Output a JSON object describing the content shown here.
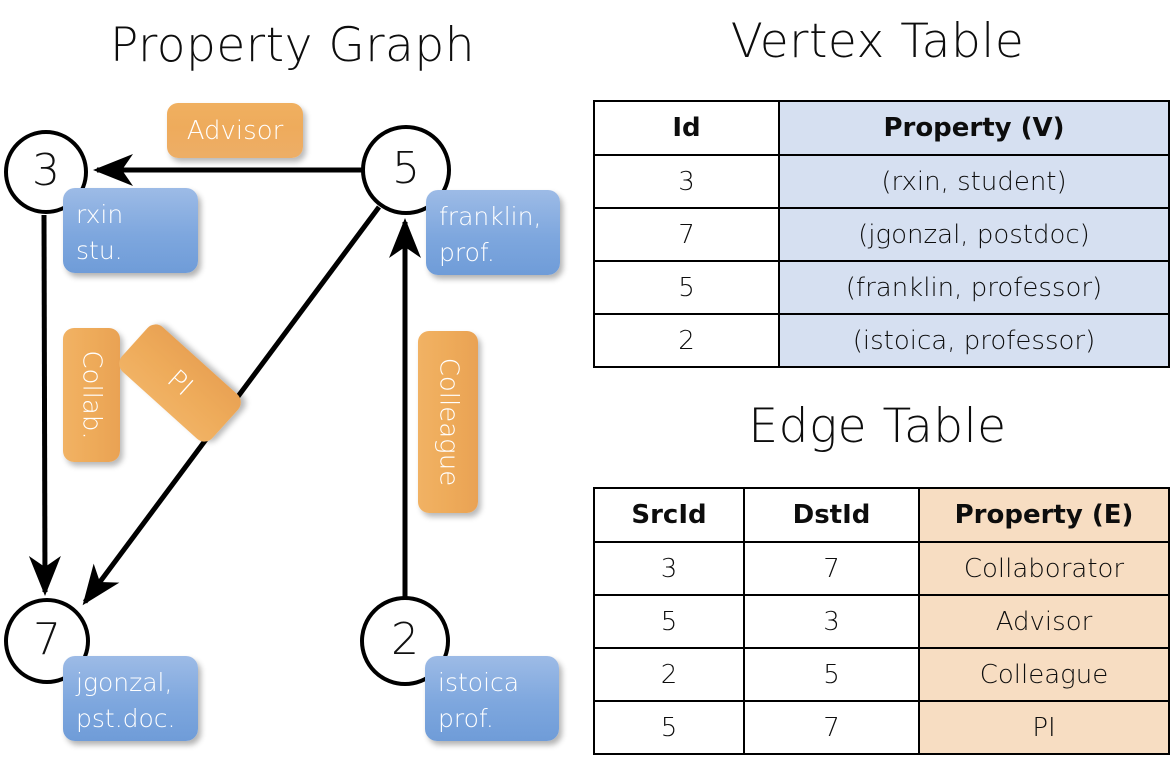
{
  "titles": {
    "property_graph": "Property Graph",
    "vertex_table": "Vertex Table",
    "edge_table": "Edge Table"
  },
  "graph": {
    "nodes": [
      {
        "id": "3",
        "label": "3",
        "property_lines": [
          "rxin",
          "stu."
        ]
      },
      {
        "id": "5",
        "label": "5",
        "property_lines": [
          "franklin,",
          "prof."
        ]
      },
      {
        "id": "7",
        "label": "7",
        "property_lines": [
          "jgonzal,",
          "pst.doc."
        ]
      },
      {
        "id": "2",
        "label": "2",
        "property_lines": [
          "istoica",
          "prof."
        ]
      }
    ],
    "edge_labels": [
      {
        "name": "advisor",
        "text": "Advisor",
        "orientation": "horizontal"
      },
      {
        "name": "collab",
        "text": "Collab.",
        "orientation": "vertical"
      },
      {
        "name": "pi",
        "text": "PI",
        "orientation": "rotated"
      },
      {
        "name": "colleague",
        "text": "Colleague",
        "orientation": "vertical"
      }
    ],
    "edges": [
      {
        "src": "5",
        "dst": "3",
        "label": "Advisor"
      },
      {
        "src": "3",
        "dst": "7",
        "label": "Collab."
      },
      {
        "src": "5",
        "dst": "7",
        "label": "PI"
      },
      {
        "src": "2",
        "dst": "5",
        "label": "Colleague"
      }
    ]
  },
  "vertex_table": {
    "headers": [
      "Id",
      "Property (V)"
    ],
    "rows": [
      {
        "id": "3",
        "property": "(rxin, student)"
      },
      {
        "id": "7",
        "property": "(jgonzal, postdoc)"
      },
      {
        "id": "5",
        "property": "(franklin, professor)"
      },
      {
        "id": "2",
        "property": "(istoica, professor)"
      }
    ]
  },
  "edge_table": {
    "headers": [
      "SrcId",
      "DstId",
      "Property (E)"
    ],
    "rows": [
      {
        "src": "3",
        "dst": "7",
        "property": "Collaborator"
      },
      {
        "src": "5",
        "dst": "3",
        "property": "Advisor"
      },
      {
        "src": "2",
        "dst": "5",
        "property": "Colleague"
      },
      {
        "src": "5",
        "dst": "7",
        "property": "PI"
      }
    ]
  },
  "colors": {
    "vertex_property_fill": "#d6e0f1",
    "edge_property_fill": "#f7ddc2",
    "node_property_box": "#7ea7de",
    "edge_label_box": "#eeab5c",
    "stroke": "#000000"
  }
}
